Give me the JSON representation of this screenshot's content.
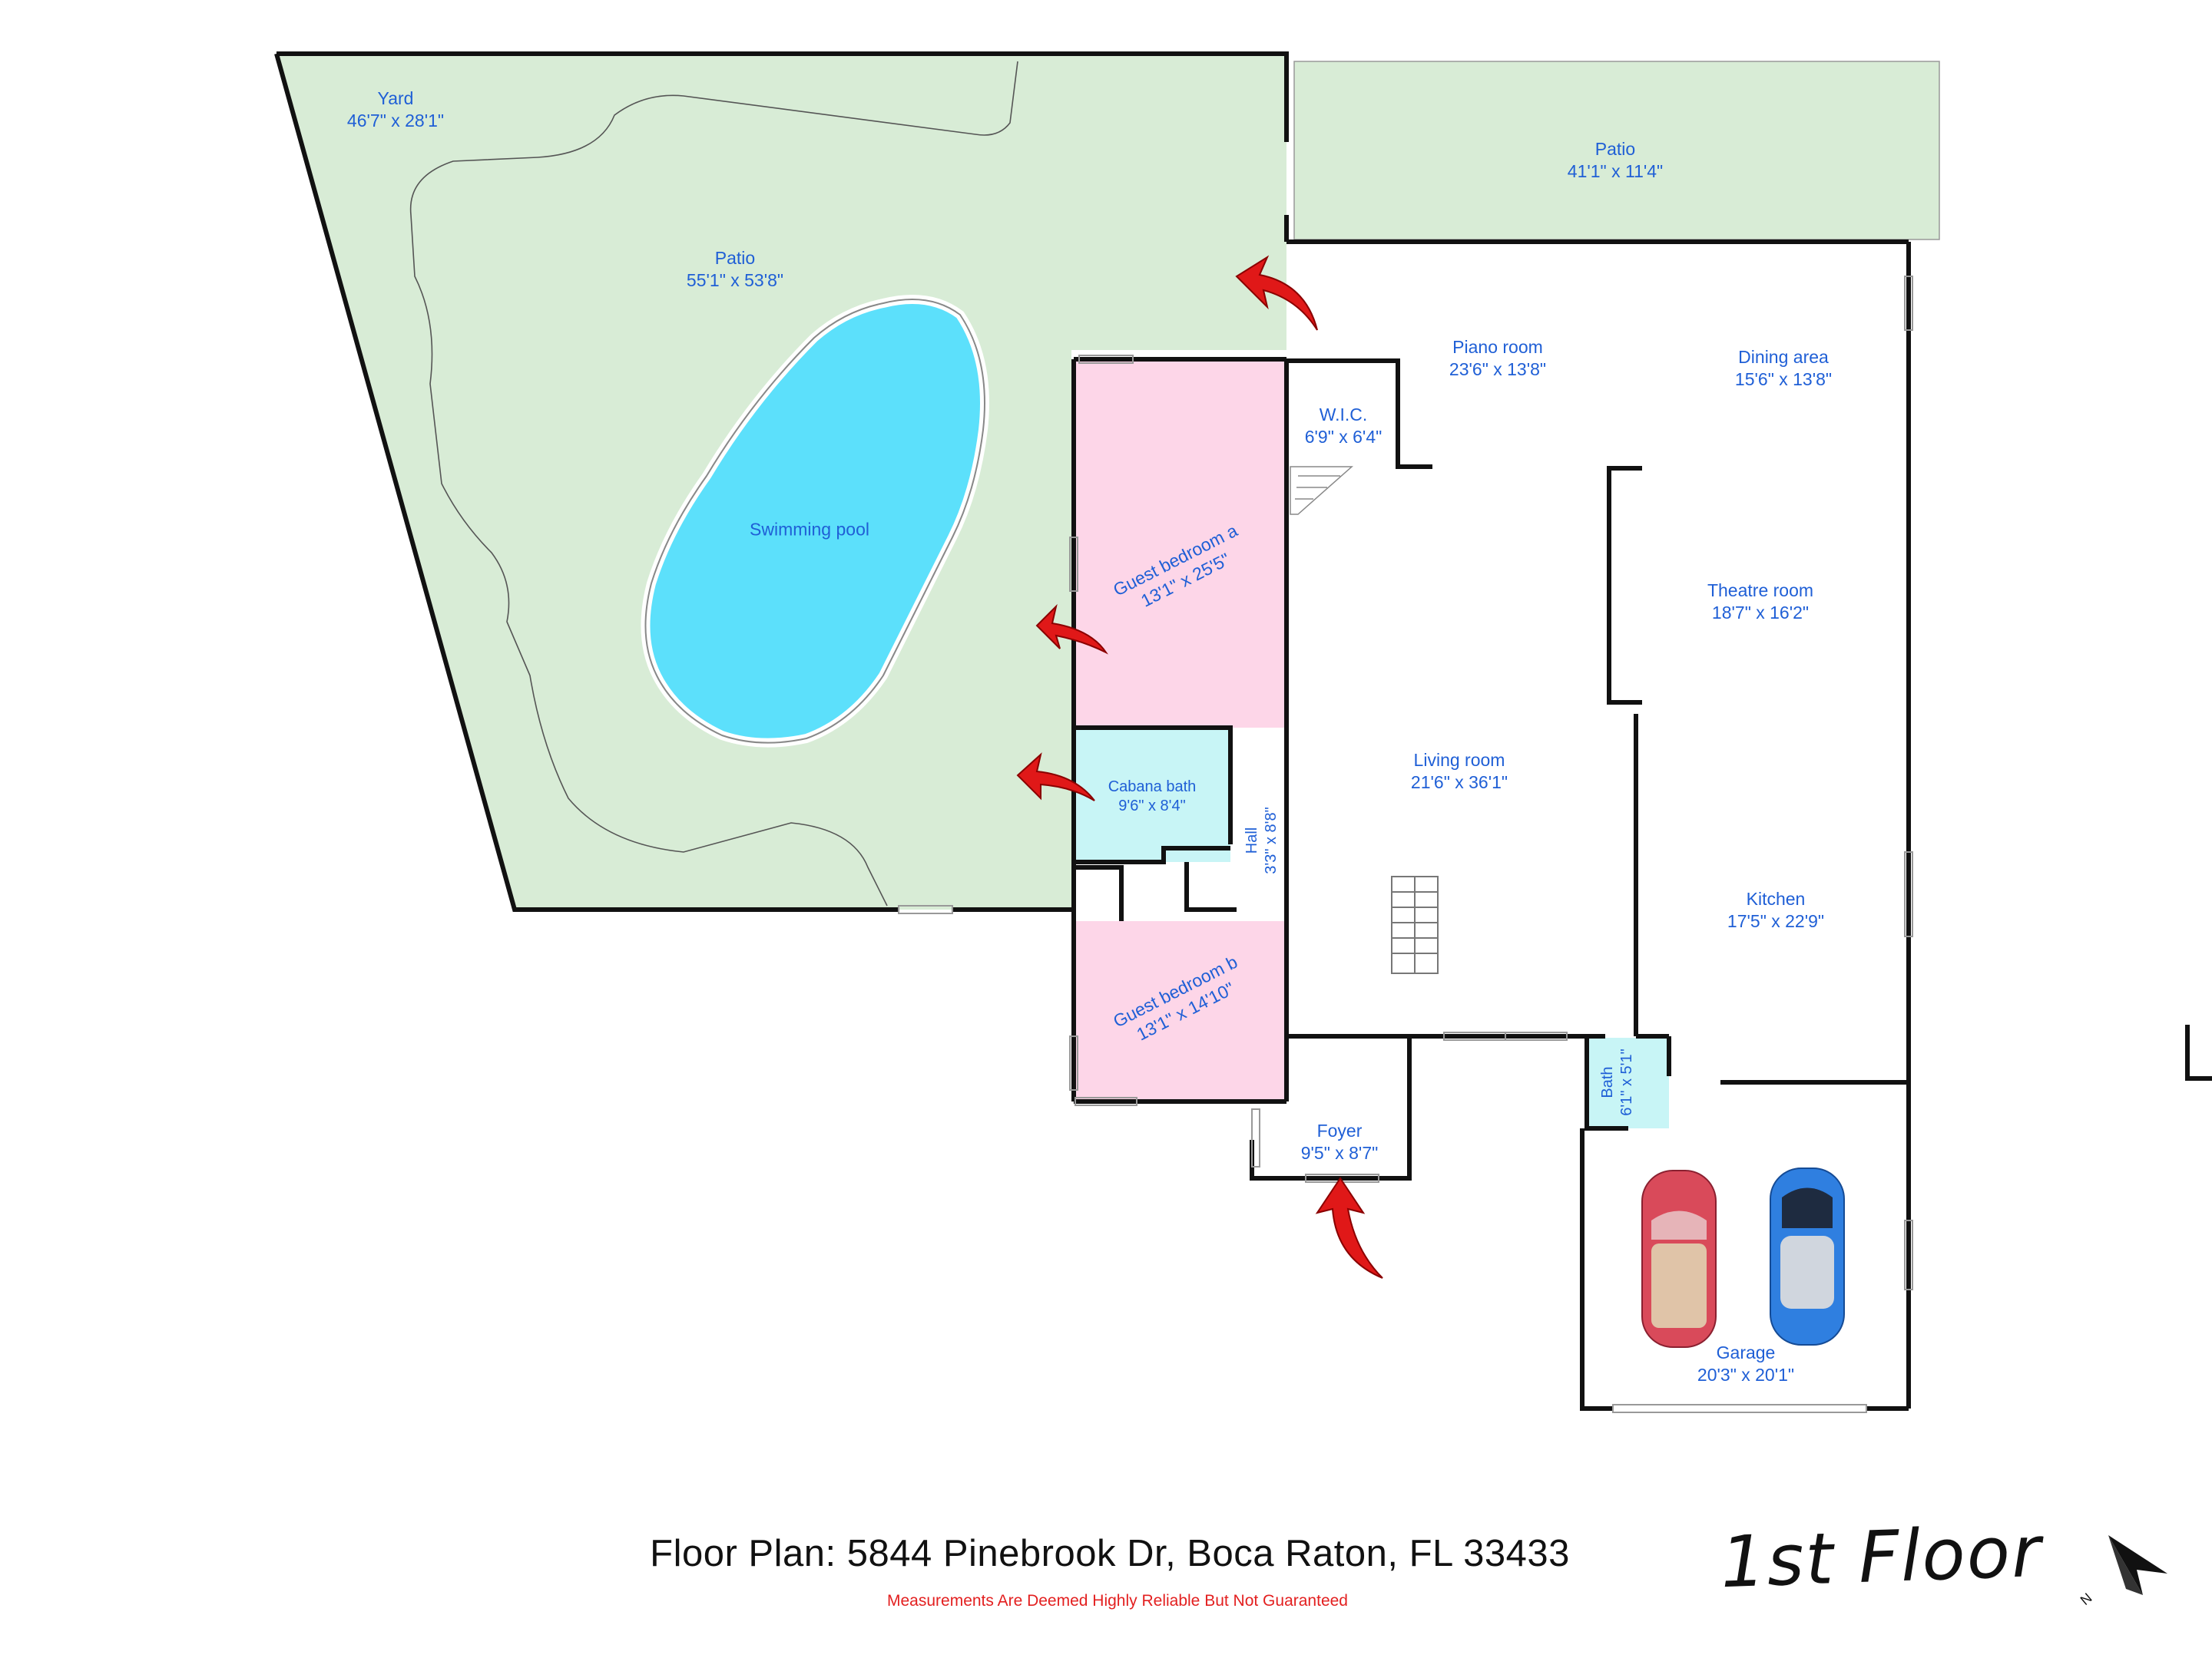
{
  "rooms": {
    "yard": {
      "name": "Yard",
      "dims": "46'7\" x 28'1\""
    },
    "patio_left": {
      "name": "Patio",
      "dims": "55'1\" x 53'8\""
    },
    "patio_top": {
      "name": "Patio",
      "dims": "41'1\" x 11'4\""
    },
    "pool": {
      "name": "Swimming pool"
    },
    "piano": {
      "name": "Piano room",
      "dims": "23'6\" x 13'8\""
    },
    "dining": {
      "name": "Dining area",
      "dims": "15'6\" x 13'8\""
    },
    "wic": {
      "name": "W.I.C.",
      "dims": "6'9\" x 6'4\""
    },
    "guest_a": {
      "name": "Guest bedroom a",
      "dims": "13'1\" x 25'5\""
    },
    "theatre": {
      "name": "Theatre room",
      "dims": "18'7\" x 16'2\""
    },
    "cabana": {
      "name": "Cabana bath",
      "dims": "9'6\" x 8'4\""
    },
    "living": {
      "name": "Living room",
      "dims": "21'6\" x 36'1\""
    },
    "hall": {
      "name": "Hall",
      "dims": "3'3\" x 8'8\""
    },
    "kitchen": {
      "name": "Kitchen",
      "dims": "17'5\" x 22'9\""
    },
    "guest_b": {
      "name": "Guest bedroom b",
      "dims": "13'1\" x 14'10\""
    },
    "bath": {
      "name": "Bath",
      "dims": "6'1\" x 5'1\""
    },
    "foyer": {
      "name": "Foyer",
      "dims": "9'5\" x 8'7\""
    },
    "garage": {
      "name": "Garage",
      "dims": "20'3\" x 20'1\""
    }
  },
  "footer": {
    "title": "Floor Plan: 5844 Pinebrook Dr, Boca Raton, FL 33433",
    "note": "Measurements Are Deemed Highly Reliable But Not Guaranteed"
  },
  "floor_label": "1st Floor",
  "compass_letter": "N",
  "colors": {
    "outdoor": "#d8ecd6",
    "pool": "#5ce0fb",
    "bedroom": "#fdd6e8",
    "bath": "#c8f5f6",
    "wall": "#111111",
    "label": "#1f5fd6",
    "arrow": "#e01818",
    "car_red": "#d94a5a",
    "car_blue": "#2f7fe0"
  }
}
